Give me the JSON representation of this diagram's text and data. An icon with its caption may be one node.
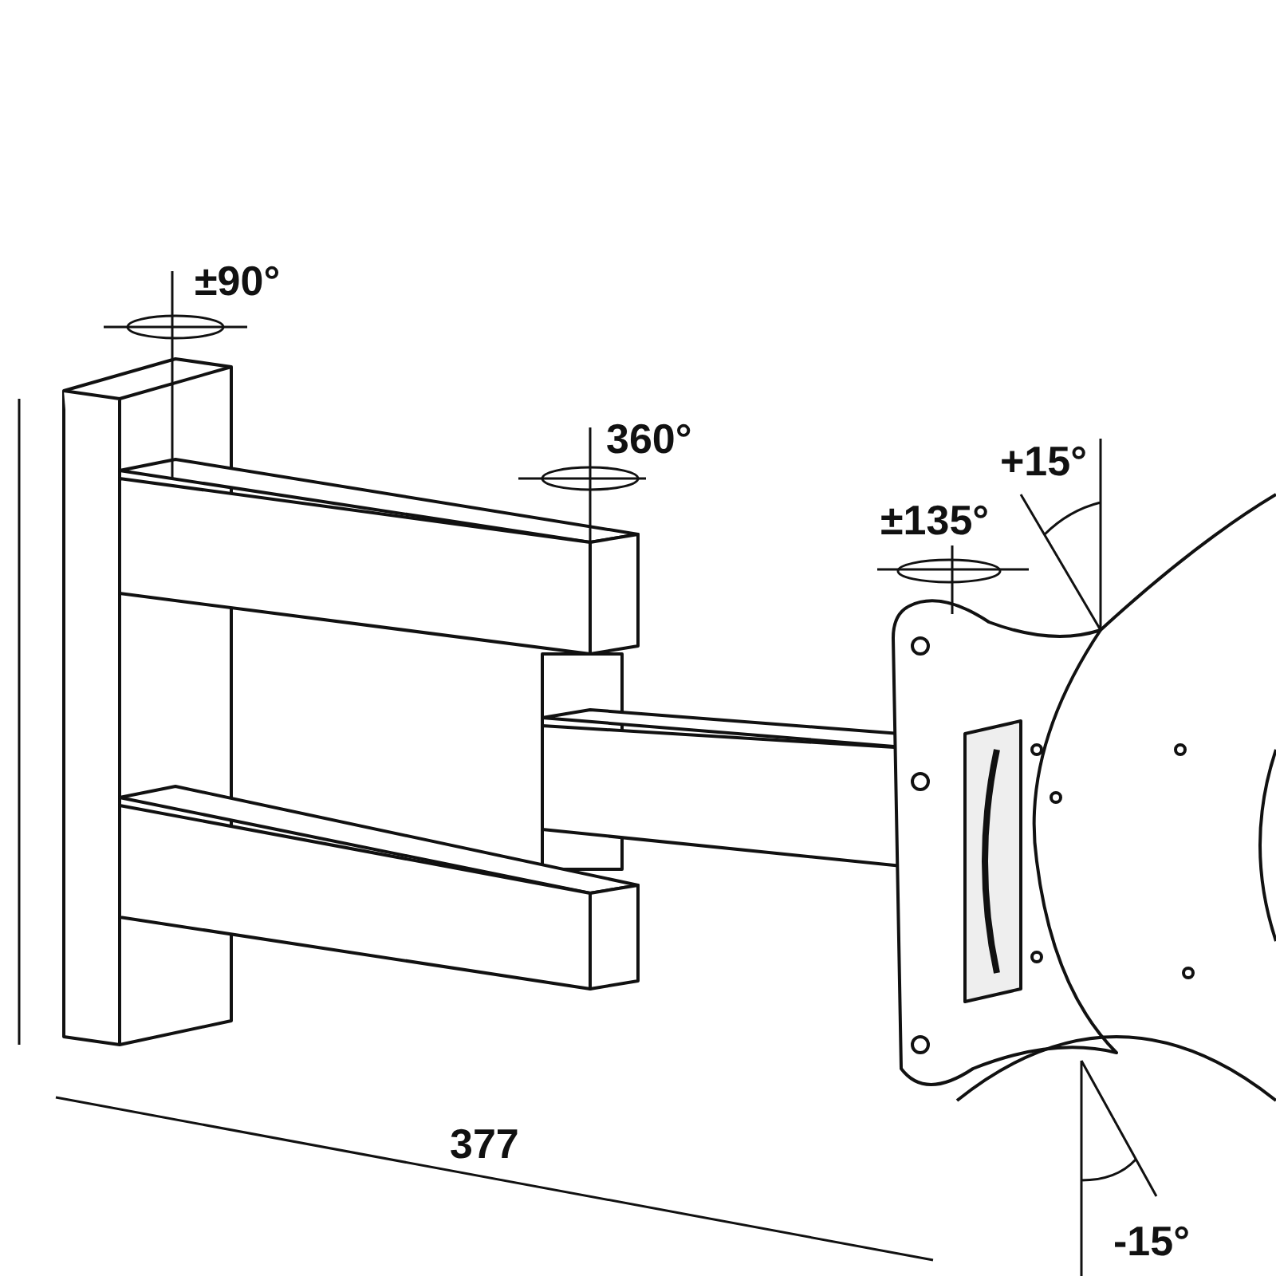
{
  "diagram": {
    "labels": [
      "±90°",
      "360°",
      "+15°",
      "±135°",
      "377",
      "-15°"
    ]
  }
}
